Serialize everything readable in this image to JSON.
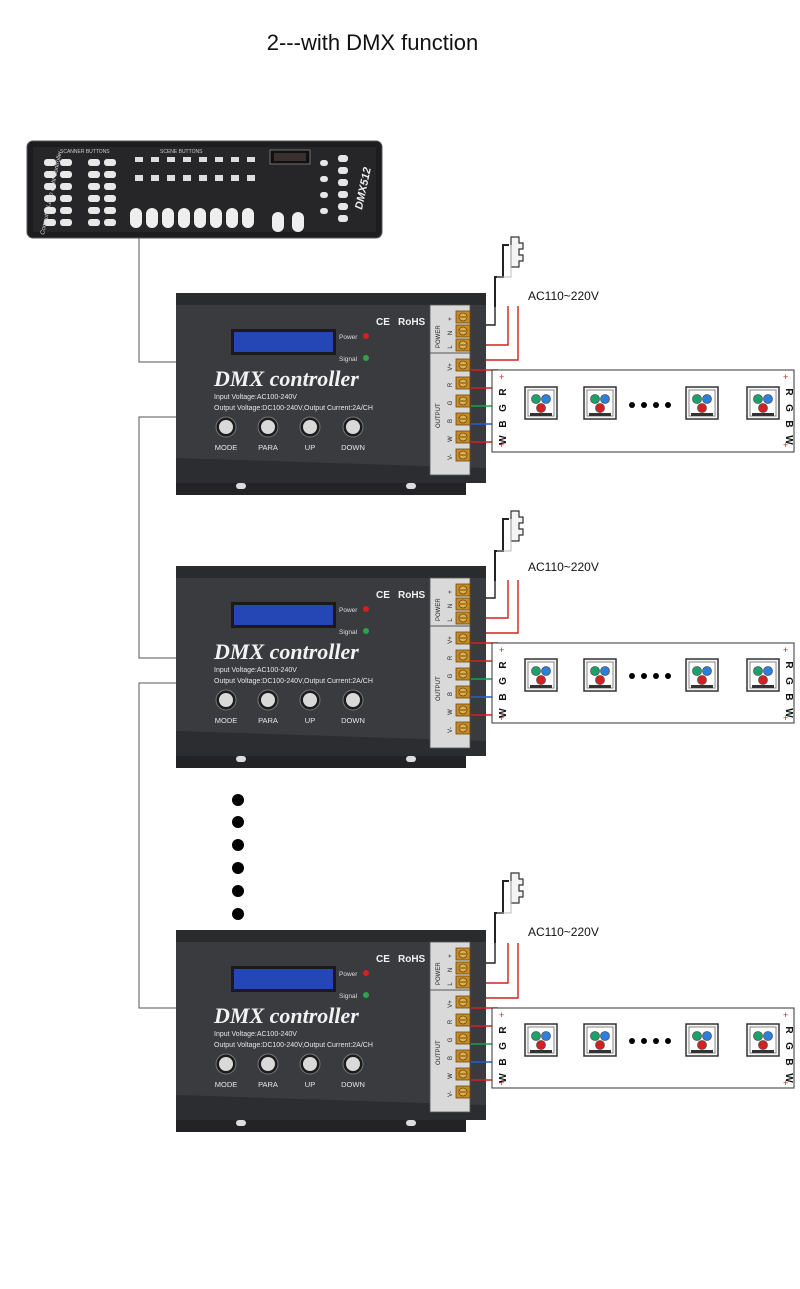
{
  "title": "2---with DMX function",
  "console": {
    "model": "DMX512",
    "side_text": "Computer Lamp Light Controller",
    "scanner_label": "SCANNER BUTTONS",
    "scene_label": "SCENE BUTTONS"
  },
  "controller": {
    "name": "DMX controller",
    "input_voltage": "Input Voltage:AC100-240V",
    "output_spec": "Output Voltage:DC100-240V,Output Current:2A/CH",
    "buttons": [
      "MODE",
      "PARA",
      "UP",
      "DOWN"
    ],
    "power_label": "Power",
    "signal_label": "Signal",
    "ce": "CE",
    "rohs": "RoHS",
    "terminal_power_label": "POWER",
    "terminal_output_label": "OUTPUT",
    "terminal_power_pins": [
      "+",
      "N",
      "L"
    ],
    "terminal_output_pins": [
      "V-",
      "W",
      "B",
      "G",
      "R",
      "V+"
    ]
  },
  "ac_label": "AC110~220V",
  "strip": {
    "left_labels": [
      "R",
      "G",
      "B",
      "W"
    ],
    "right_labels": [
      "R",
      "G",
      "B",
      "W"
    ],
    "plus": "+"
  },
  "colors": {
    "wire_red": "#d42020",
    "wire_green": "#19a34a",
    "wire_blue": "#1f5fd6",
    "controller_body": "#3a3b3e",
    "lcd": "#2546b5"
  }
}
